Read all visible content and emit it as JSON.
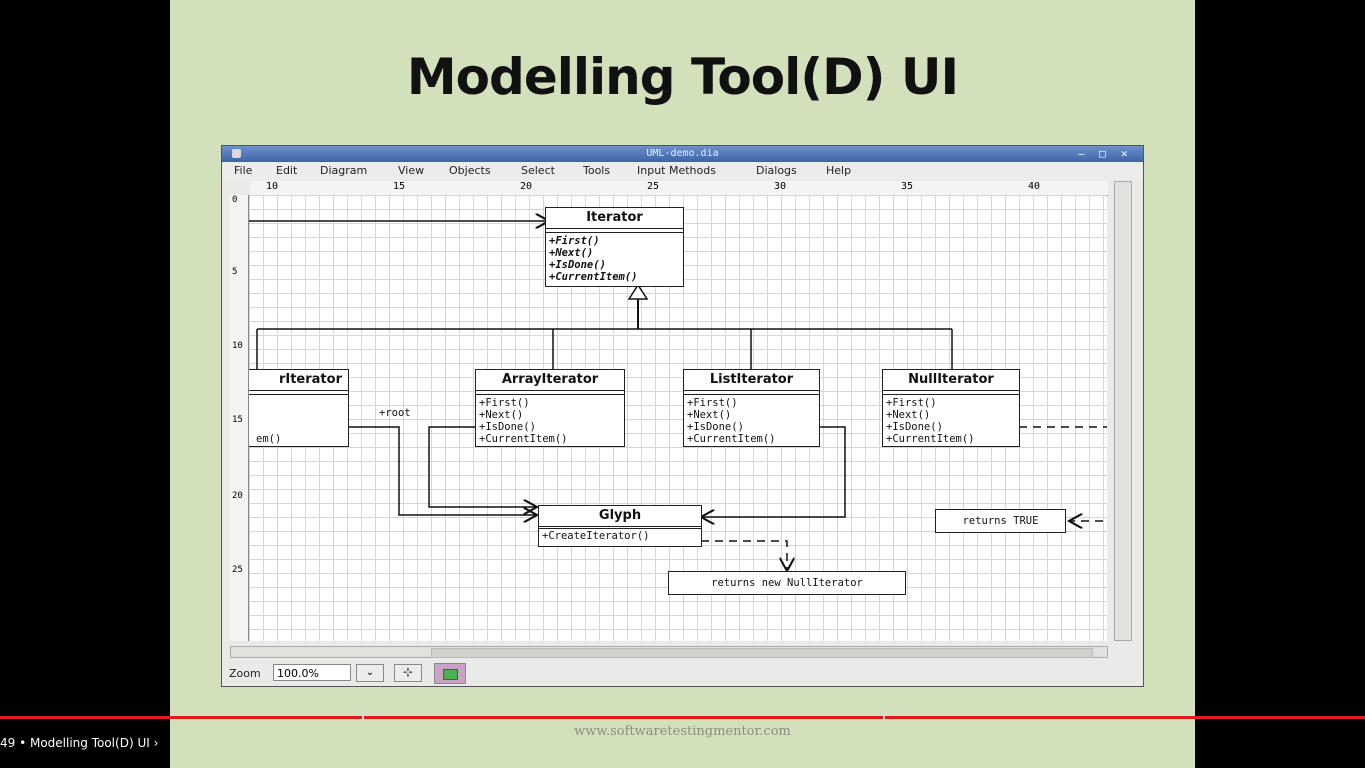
{
  "slide": {
    "title": "Modelling Tool(D) UI",
    "footer_url": "www.softwaretestingmentor.com"
  },
  "window": {
    "title": "UML-demo.dia",
    "controls": [
      "–",
      "□",
      "✕"
    ]
  },
  "menu": [
    "File",
    "Edit",
    "Diagram",
    "View",
    "Objects",
    "Select",
    "Tools",
    "Input Methods",
    "Dialogs",
    "Help"
  ],
  "ruler": {
    "horizontal": [
      "10",
      "15",
      "20",
      "25",
      "30",
      "35",
      "40"
    ],
    "vertical": [
      "0",
      "5",
      "10",
      "15",
      "20",
      "25"
    ]
  },
  "diagram": {
    "iterator": {
      "name": "Iterator",
      "ops": [
        "+First()",
        "+Next()",
        "+IsDone()",
        "+CurrentItem()"
      ]
    },
    "tree_iterator": {
      "name": "rIterator",
      "ops": [
        "",
        "",
        "",
        "em()"
      ]
    },
    "array_iterator": {
      "name": "ArrayIterator",
      "ops": [
        "+First()",
        "+Next()",
        "+IsDone()",
        "+CurrentItem()"
      ]
    },
    "list_iterator": {
      "name": "ListIterator",
      "ops": [
        "+First()",
        "+Next()",
        "+IsDone()",
        "+CurrentItem()"
      ]
    },
    "null_iterator": {
      "name": "NullIterator",
      "ops": [
        "+First()",
        "+Next()",
        "+IsDone()",
        "+CurrentItem()"
      ]
    },
    "glyph": {
      "name": "Glyph",
      "ops": [
        "+CreateIterator()"
      ]
    },
    "root_label": "+root",
    "note_true": "returns TRUE",
    "note_null": "returns new NullIterator"
  },
  "statusbar": {
    "zoom_label": "Zoom",
    "zoom_value": "100.0%"
  },
  "player": {
    "text": "49  •  Modelling Tool(D) UI  ›"
  }
}
